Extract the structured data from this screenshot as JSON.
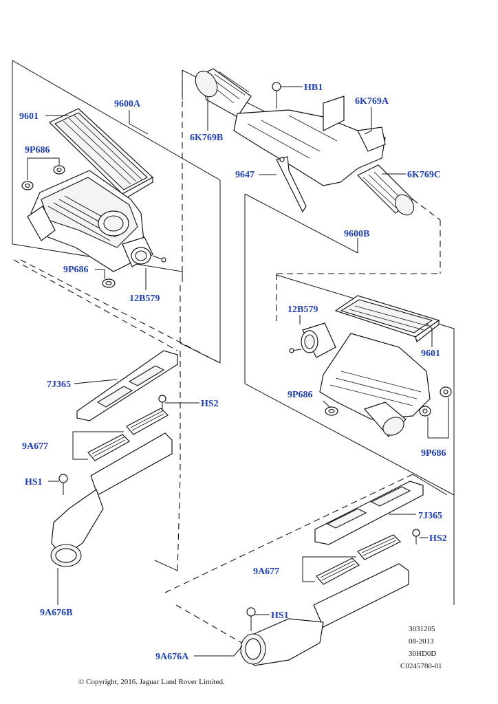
{
  "labels": {
    "air_cleaner_a": "9600A",
    "filter_element_a": "9601",
    "grommet_a_top": "9P686",
    "grommet_a_bottom": "9P686",
    "mass_air_flow_sensor_a": "12B579",
    "resonator_hose_a": "6K769B",
    "bolt_hb1_top": "HB1",
    "intake_duct": "6K769A",
    "bracket": "9647",
    "resonator_hose_c": "6K769C",
    "air_cleaner_b": "9600B",
    "mass_air_flow_sensor_b": "12B579",
    "filter_element_b": "9601",
    "grommet_b_left": "9P686",
    "grommet_b_right": "9P686",
    "seal_left": "7J365",
    "screw_hs2_left": "HS2",
    "intake_grille_left": "9A677",
    "bolt_hs1_left": "HS1",
    "air_inlet_duct_left": "9A676B",
    "seal_right": "7J365",
    "screw_hs2_right": "HS2",
    "intake_grille_right": "9A677",
    "bolt_hs1_right": "HS1",
    "air_inlet_duct_right": "9A676A"
  },
  "reference_block": {
    "line1": "3031205",
    "line2": "08-2013",
    "line3": "30HD0D",
    "line4": "C0245780-01"
  },
  "copyright": "© Copyright, 2016. Jaguar Land Rover Limited.",
  "colors": {
    "callout_text": "#1f3fa8",
    "line_art": "#111111",
    "background": "#ffffff"
  }
}
